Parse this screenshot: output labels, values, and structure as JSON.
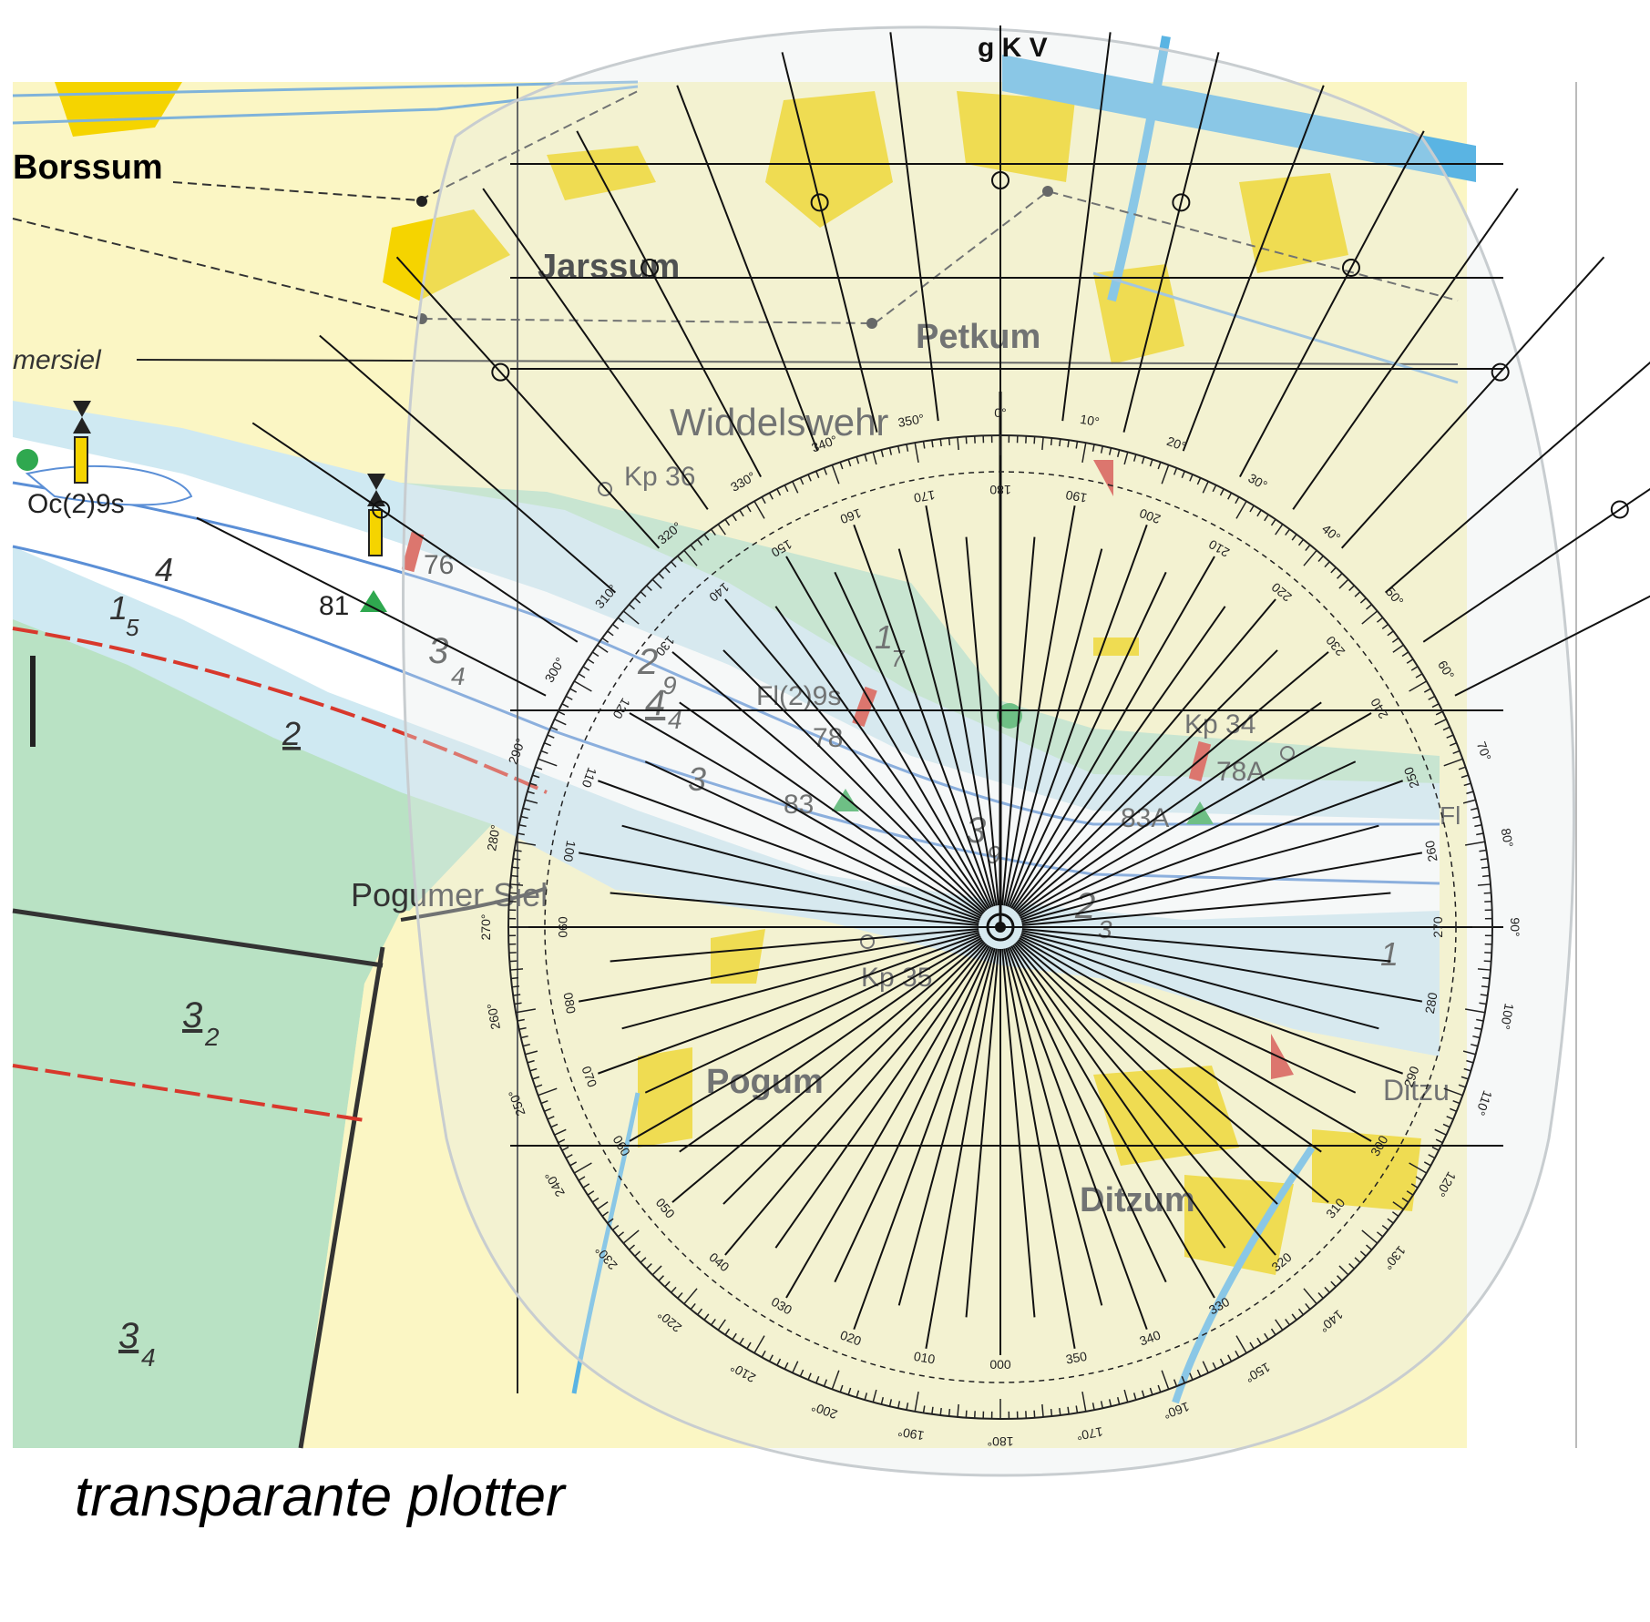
{
  "caption": "transparante plotter",
  "plotter": {
    "top_label": "g K V",
    "outer_ticks": [
      0,
      10,
      20,
      30,
      40,
      50,
      60,
      70,
      80,
      90,
      100,
      110,
      120,
      130,
      140,
      150,
      160,
      170,
      180,
      190,
      200,
      210,
      220,
      230,
      240,
      250,
      260,
      270,
      280,
      290,
      300,
      310,
      320,
      330,
      340,
      350
    ],
    "inner_ticks": [
      "000",
      "010",
      "020",
      "030",
      "040",
      "050",
      "060",
      "070",
      "080",
      "090",
      "100",
      "110",
      "120",
      "130",
      "140",
      "150",
      "160",
      "170",
      "180",
      "190",
      "200",
      "210",
      "220",
      "230",
      "240",
      "250",
      "260",
      "270",
      "280",
      "290",
      "300",
      "310",
      "320",
      "330",
      "340",
      "350"
    ]
  },
  "places": {
    "borssum": "Borssum",
    "jarssum": "Jarssum",
    "petkum": "Petkum",
    "mersiel": "mersiel",
    "widdelswehr": "Widdelswehr",
    "pogumer_siel": "Pogumer Siel",
    "pogum": "Pogum",
    "ditzum": "Ditzum",
    "ditzu": "Ditzu",
    "kp34": "Kp 34",
    "kp35": "Kp 35",
    "kp36": "Kp 36"
  },
  "lights": {
    "oc29s": "Oc(2)9s",
    "fl29s": "Fl(2)9s",
    "fl": "Fl"
  },
  "buoys": {
    "b76": "76",
    "b78": "78",
    "b78a": "78A",
    "b81": "81",
    "b83": "83",
    "b83a": "83A"
  },
  "depths": {
    "d4a": "4",
    "d15": "1",
    "d15s": "5",
    "d34": "3",
    "d34s": "4",
    "d2": "2",
    "d29": "2",
    "d29s": "9",
    "d17": "1",
    "d17s": "7",
    "d44": "4",
    "d44s": "4",
    "d3": "3",
    "d39": "3",
    "d39s": "9",
    "d23": "2",
    "d23s": "3",
    "d1": "1",
    "d32": "3",
    "d32s": "2",
    "d34b": "3",
    "d34bs": "4"
  },
  "colors": {
    "water": "#cfe9f2",
    "channel": "#ffffff",
    "land": "#fbf6c4",
    "marsh": "#b9e2c4",
    "town": "#f5d400",
    "river": "#5ab4e3",
    "lateral_red": "#d8382c",
    "lateral_green": "#2fa84f"
  }
}
